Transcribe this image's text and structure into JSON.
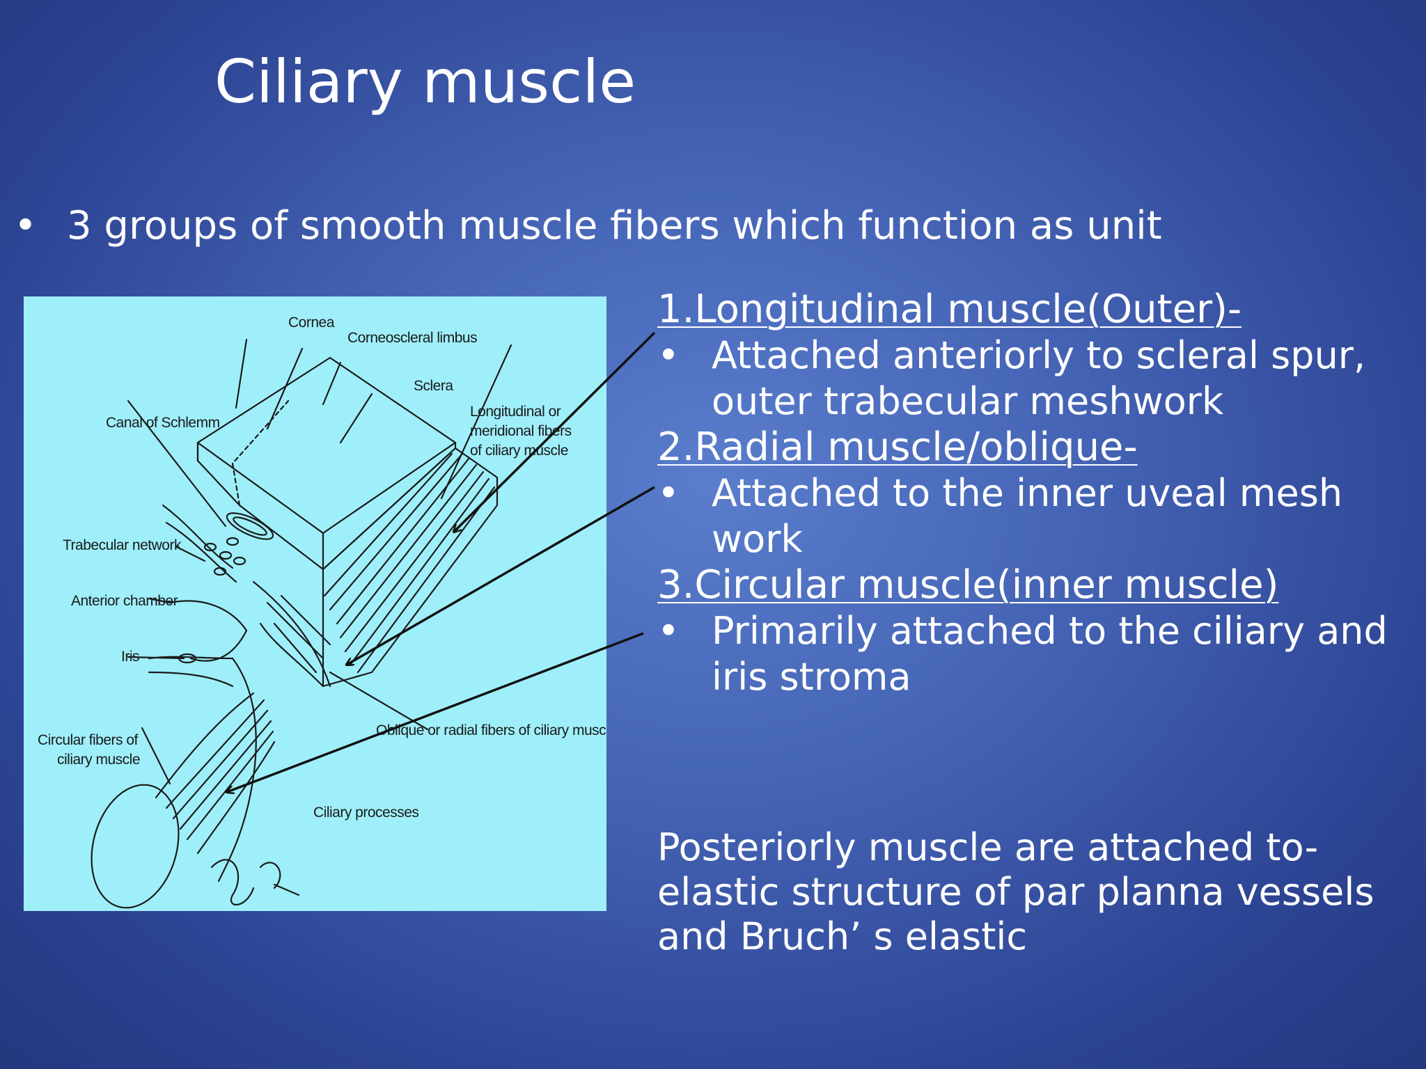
{
  "slide": {
    "title": "Ciliary muscle",
    "intro_bullet": "•",
    "intro": "3 groups of smooth muscle fibers which function as unit",
    "groups": [
      {
        "heading": "1.Longitudinal muscle(Outer)-",
        "bullet": "•",
        "text": "Attached anteriorly to scleral spur, outer trabecular meshwork"
      },
      {
        "heading": "2.Radial muscle/oblique-",
        "bullet": "•",
        "text": "Attached to the inner uveal mesh work"
      },
      {
        "heading": "3.Circular muscle(inner muscle)",
        "bullet": "•",
        "text": "Primarily attached to the ciliary and iris stroma"
      }
    ],
    "note": "Posteriorly muscle are attached to- elastic structure of par planna vessels and Bruch’ s elastic"
  },
  "figure": {
    "labels": {
      "cornea": "Cornea",
      "limbus": "Corneoscleral limbus",
      "sclera": "Sclera",
      "canal": "Canal of Schlemm",
      "longitudinal_1": "Longitudinal or",
      "longitudinal_2": "meridional fibers",
      "longitudinal_3": "of ciliary muscle",
      "trabecular": "Trabecular network",
      "anterior_chamber": "Anterior chamber",
      "iris": "Iris",
      "circular_1": "Circular fibers of",
      "circular_2": "ciliary muscle",
      "oblique": "Oblique or radial fibers of ciliary muscle",
      "processes": "Ciliary processes"
    }
  }
}
